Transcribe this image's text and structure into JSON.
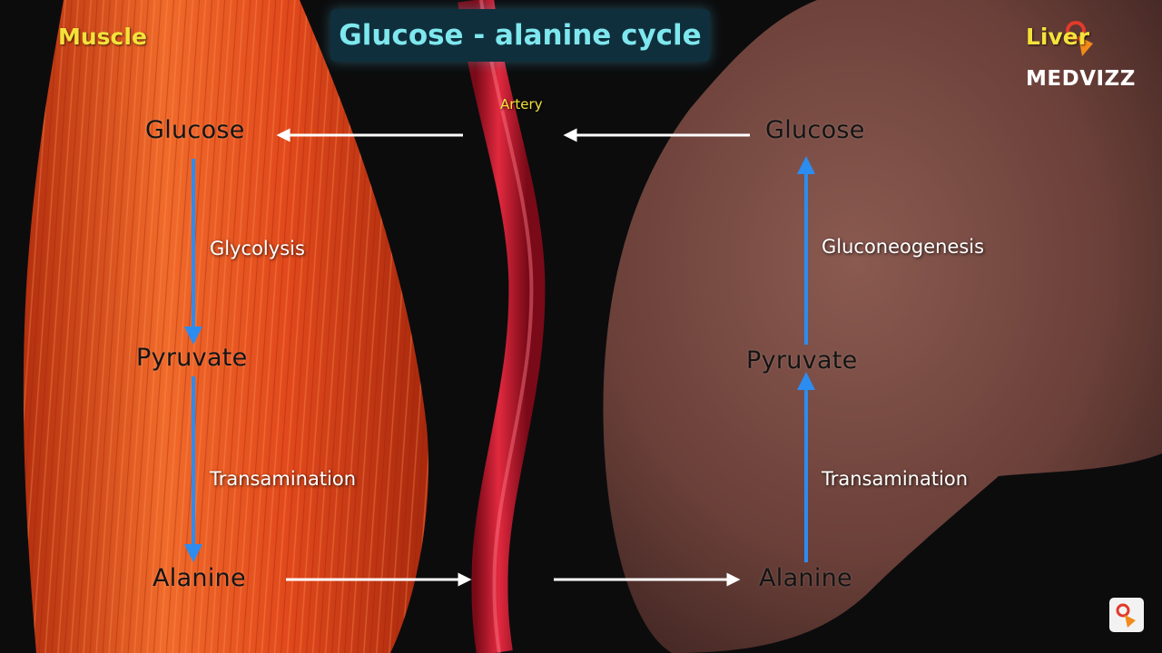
{
  "title": "Glucose - alanine cycle",
  "organs": {
    "muscle": "Muscle",
    "liver": "Liver",
    "artery": "Artery"
  },
  "brand": "MEDVIZZ",
  "muscle_side": {
    "top": "Glucose",
    "middle": "Pyruvate",
    "bottom": "Alanine",
    "step1": "Glycolysis",
    "step2": "Transamination"
  },
  "liver_side": {
    "top": "Glucose",
    "middle": "Pyruvate",
    "bottom": "Alanine",
    "step1": "Gluconeogenesis",
    "step2": "Transamination"
  },
  "colors": {
    "muscle": "#e2491c",
    "liver": "#6b4039",
    "artery": "#c8102e",
    "arrow_blue": "#2c8cf0",
    "arrow_white": "#ffffff",
    "title_text": "#7fe7ee",
    "organ_label": "#f4e23a"
  }
}
